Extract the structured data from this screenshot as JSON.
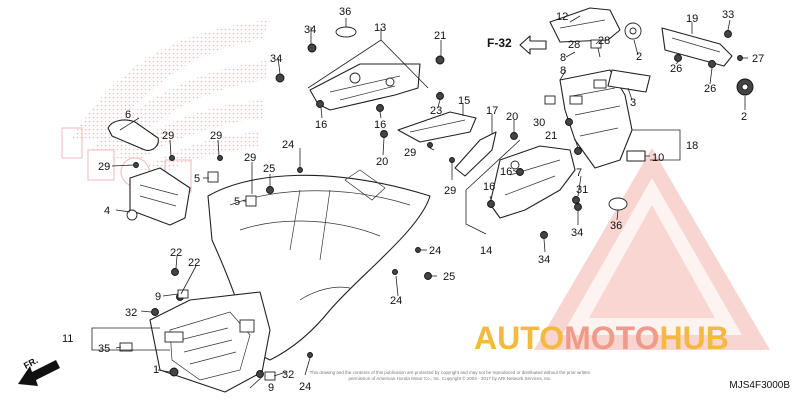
{
  "diagram": {
    "code": "MJS4F3000B",
    "reference_label": "F-32",
    "front_label": "FR.",
    "copyright": "This drawing and the contents of this publication are protected by copyright and may not be reproduced or distributed without the prior written permission of American Honda Motor Co., Inc.  Copyright © 2004 - 2017 by ARI Network Services, Inc.",
    "watermark": {
      "part1": "AUTO",
      "part2": "MOTO",
      "part3": "HUB"
    },
    "callouts": [
      {
        "id": "c1",
        "text": "1"
      },
      {
        "id": "c2a",
        "text": "2"
      },
      {
        "id": "c2b",
        "text": "2"
      },
      {
        "id": "c3",
        "text": "3"
      },
      {
        "id": "c4",
        "text": "4"
      },
      {
        "id": "c5a",
        "text": "5"
      },
      {
        "id": "c5b",
        "text": "5"
      },
      {
        "id": "c6",
        "text": "6"
      },
      {
        "id": "c7",
        "text": "7"
      },
      {
        "id": "c8a",
        "text": "8"
      },
      {
        "id": "c8b",
        "text": "8"
      },
      {
        "id": "c9a",
        "text": "9"
      },
      {
        "id": "c9b",
        "text": "9"
      },
      {
        "id": "c10",
        "text": "10"
      },
      {
        "id": "c11",
        "text": "11"
      },
      {
        "id": "c12",
        "text": "12"
      },
      {
        "id": "c13",
        "text": "13"
      },
      {
        "id": "c14",
        "text": "14"
      },
      {
        "id": "c15",
        "text": "15"
      },
      {
        "id": "c16a",
        "text": "16"
      },
      {
        "id": "c16b",
        "text": "16"
      },
      {
        "id": "c16c",
        "text": "16"
      },
      {
        "id": "c16d",
        "text": "16"
      },
      {
        "id": "c17",
        "text": "17"
      },
      {
        "id": "c18",
        "text": "18"
      },
      {
        "id": "c19",
        "text": "19"
      },
      {
        "id": "c20a",
        "text": "20"
      },
      {
        "id": "c20b",
        "text": "20"
      },
      {
        "id": "c21a",
        "text": "21"
      },
      {
        "id": "c21b",
        "text": "21"
      },
      {
        "id": "c22a",
        "text": "22"
      },
      {
        "id": "c22b",
        "text": "22"
      },
      {
        "id": "c23",
        "text": "23"
      },
      {
        "id": "c24a",
        "text": "24"
      },
      {
        "id": "c24b",
        "text": "24"
      },
      {
        "id": "c24c",
        "text": "24"
      },
      {
        "id": "c24d",
        "text": "24"
      },
      {
        "id": "c25a",
        "text": "25"
      },
      {
        "id": "c25b",
        "text": "25"
      },
      {
        "id": "c26a",
        "text": "26"
      },
      {
        "id": "c26b",
        "text": "26"
      },
      {
        "id": "c27",
        "text": "27"
      },
      {
        "id": "c28a",
        "text": "28"
      },
      {
        "id": "c28b",
        "text": "28"
      },
      {
        "id": "c29a",
        "text": "29"
      },
      {
        "id": "c29b",
        "text": "29"
      },
      {
        "id": "c29c",
        "text": "29"
      },
      {
        "id": "c29d",
        "text": "29"
      },
      {
        "id": "c29e",
        "text": "29"
      },
      {
        "id": "c29f",
        "text": "29"
      },
      {
        "id": "c30",
        "text": "30"
      },
      {
        "id": "c31",
        "text": "31"
      },
      {
        "id": "c32a",
        "text": "32"
      },
      {
        "id": "c32b",
        "text": "32"
      },
      {
        "id": "c33",
        "text": "33"
      },
      {
        "id": "c34a",
        "text": "34"
      },
      {
        "id": "c34b",
        "text": "34"
      },
      {
        "id": "c34c",
        "text": "34"
      },
      {
        "id": "c34d",
        "text": "34"
      },
      {
        "id": "c35",
        "text": "35"
      },
      {
        "id": "c36a",
        "text": "36"
      },
      {
        "id": "c36b",
        "text": "36"
      }
    ]
  }
}
